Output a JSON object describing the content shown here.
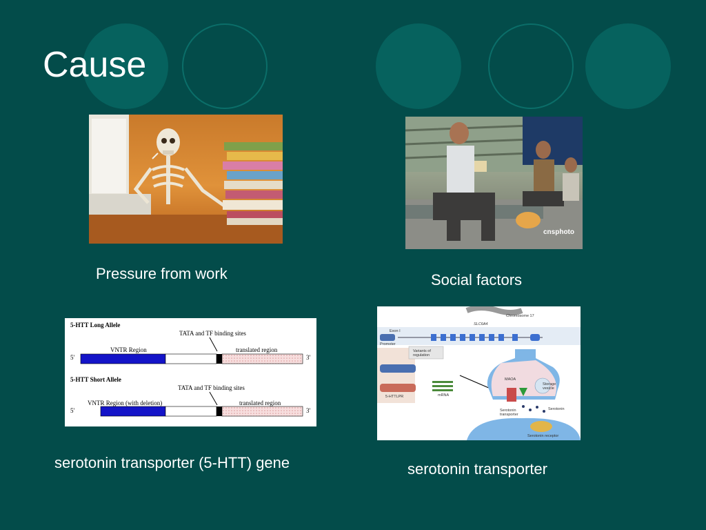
{
  "slide": {
    "title": "Cause",
    "accent_color": "#06625e",
    "background_color": "#034c4a"
  },
  "items": [
    {
      "caption": "Pressure from work"
    },
    {
      "caption": "Social factors",
      "image_text": "cnsphoto"
    },
    {
      "caption": "serotonin transporter (5-HTT) gene"
    },
    {
      "caption": "serotonin transporter"
    }
  ],
  "gene_figure": {
    "long_allele": "5-HTT Long Allele",
    "short_allele": "5-HTT Short Allele",
    "tata_label": "TATA and TF binding sites",
    "vntr_label": "VNTR Region",
    "vntr_deletion_label": "VNTR Region (with deletion)",
    "translated_label": "translated region",
    "five_prime": "5'",
    "three_prime": "3'"
  },
  "transporter_figure": {
    "chromosome": "Chromosome 17",
    "gene": "SLC6A4",
    "exon1": "Exon I",
    "promoter": "Promoter",
    "variants": "Variants of regulation",
    "mrna": "mRNA",
    "httlpr": "5-HTTLPR",
    "maoa": "MAOA",
    "storage": "Storage vesicle",
    "serotonin": "Serotonin",
    "transporter": "Serotonin transporter",
    "receptor": "Serotonin receptor"
  }
}
